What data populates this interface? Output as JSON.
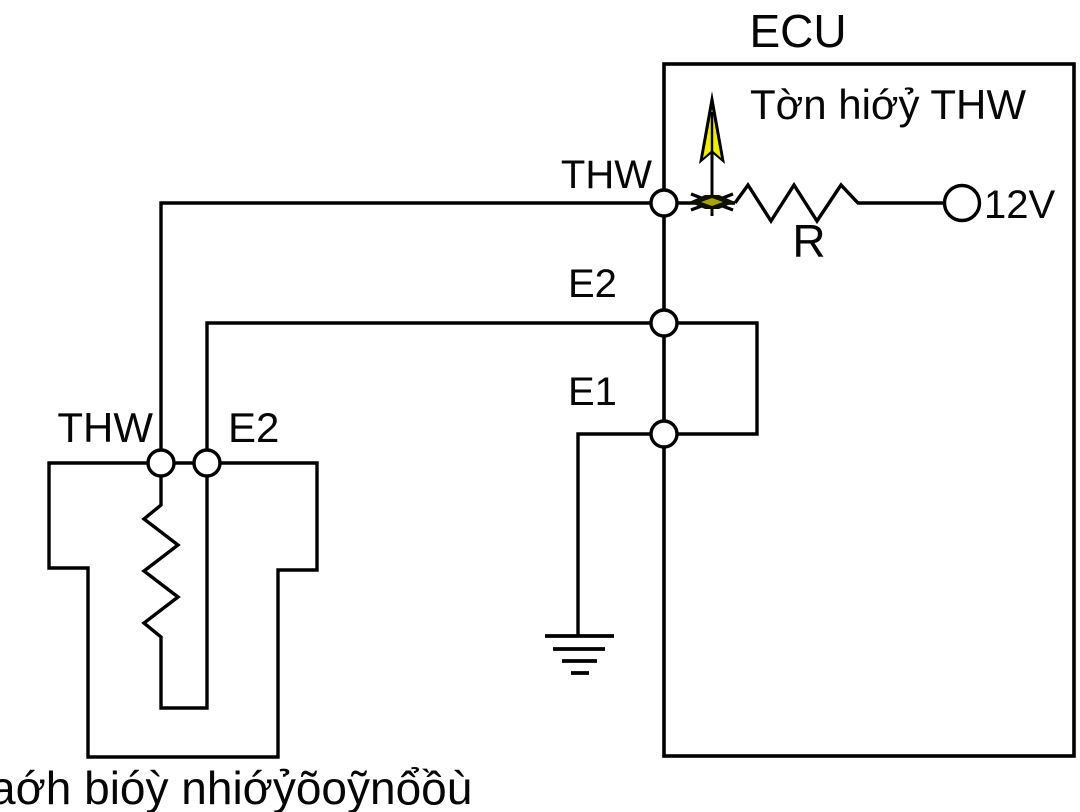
{
  "diagram": {
    "ecu_title": "ECU",
    "signal_label": "Tờn hiớỷ THW",
    "ecu_terminals": {
      "thw": "THW",
      "e2": "E2",
      "e1": "E1"
    },
    "resistor_label": "R",
    "supply_label": "12V",
    "sensor": {
      "thw_pin_label": "THW",
      "e2_pin_label": "E2",
      "caption": "aớh bióỳ nhiớỷõoỹnổồù"
    },
    "colors": {
      "line": "#000000",
      "arrow_yellow": "#f0ec00",
      "junction_olive": "#a8a400",
      "background": "#ffffff"
    }
  }
}
